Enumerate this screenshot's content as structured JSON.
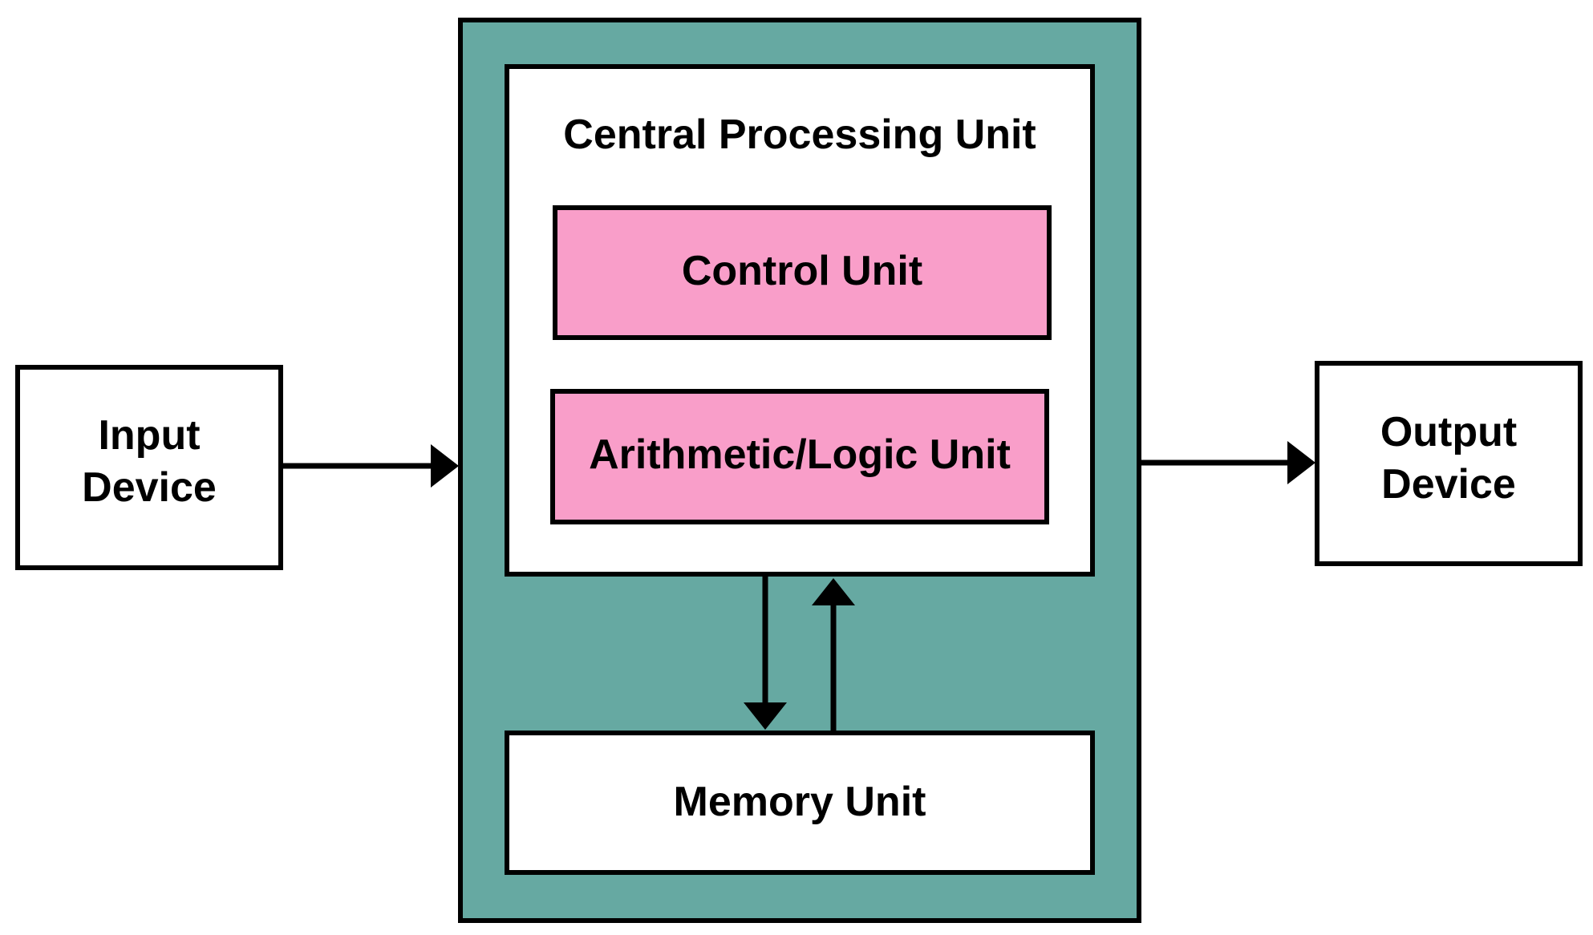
{
  "colors": {
    "system_fill": "#66a9a2",
    "unit_fill": "#f99ec9",
    "box_fill": "#ffffff",
    "stroke": "#000000"
  },
  "input_device": {
    "line1": "Input",
    "line2": "Device"
  },
  "output_device": {
    "line1": "Output",
    "line2": "Device"
  },
  "cpu": {
    "title": "Central Processing Unit",
    "control_unit": "Control Unit",
    "alu": "Arithmetic/Logic Unit"
  },
  "memory_unit": {
    "label": "Memory Unit"
  }
}
